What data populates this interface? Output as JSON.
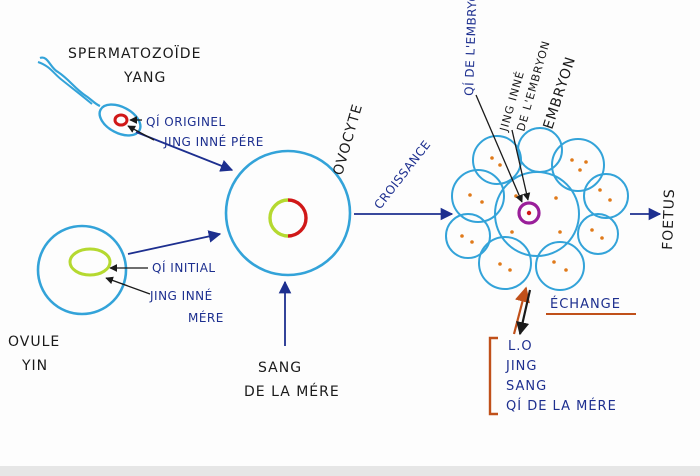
{
  "colors": {
    "cell_outline": "#33a3d9",
    "arrow_blue": "#1d2f8f",
    "ink": "#1a1a1a",
    "ovule_nucleus": "#b5d930",
    "yang_qi": "#d01818",
    "embryo_core": "#9a1f9a",
    "orange_dot": "#e07a1a",
    "exchange": "#c0501a"
  },
  "labels": {
    "sperm": "SPERMATOZOÏDE",
    "yang": "YANG",
    "qi_original": "QÍ ORIGINEL",
    "jing_inne_pere": "JING INNÉ PÉRE",
    "ovocyte": "OVOCYTE",
    "croissance": "CROISSANCE",
    "qi_initial": "QÍ INITIAL",
    "jing_inne": "JING INNÉ",
    "mere": "MÉRE",
    "ovule": "OVULE",
    "yin": "YIN",
    "sang": "SANG",
    "de_la_mere": "DE LA MÉRE",
    "qi_embryon": "QÍ DE L'EMBRYON",
    "jing_inne_embryon_1": "JING INNÉ",
    "jing_inne_embryon_2": "DE L'EMBRYON",
    "embryon": "EMBRYON",
    "foetus": "FOETUS",
    "echange": "ÉCHANGE",
    "lo": "L.O",
    "jing": "JING",
    "sang_list": "SANG",
    "qi_de_la_mere": "QÍ DE LA MÉRE"
  }
}
